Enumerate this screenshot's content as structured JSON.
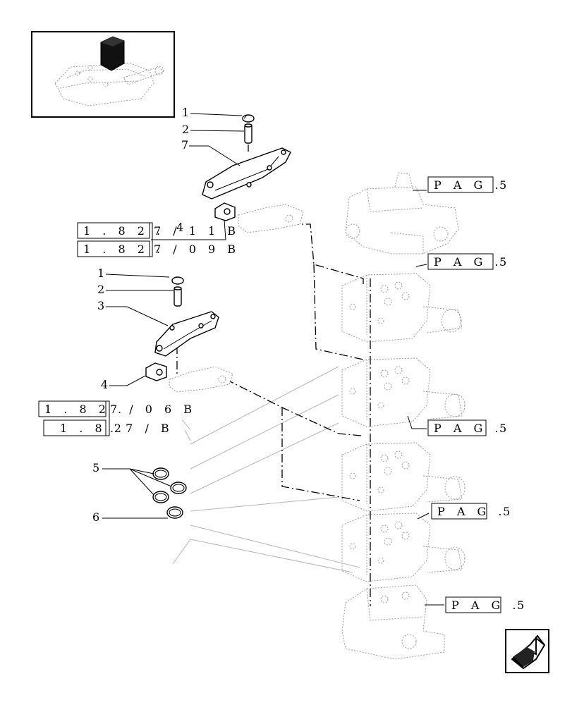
{
  "callouts": {
    "c1a": "1",
    "c2a": "2",
    "c7": "7",
    "c4a": "4",
    "c1b": "1",
    "c2b": "2",
    "c3": "3",
    "c4b": "4",
    "c5": "5",
    "c6": "6"
  },
  "refs": {
    "r1": "1 . 8 2 .",
    "r1b": "7 / 1 1 B",
    "r2": "1 . 8 2 .",
    "r2b": "7 / 0 9 B",
    "r3": "1 . 8 2 .",
    "r3b": "7 / 0 6 B",
    "r4": "1 . 8 2",
    "r4b": ". 7 / B"
  },
  "page_refs": {
    "p1": "P A G .",
    "p1n": "5",
    "p2": "P A G .",
    "p2n": "5",
    "p3": "P A G .",
    "p3n": "5",
    "p4": "P A G .",
    "p4n": "5",
    "p5": "P A G .",
    "p5n": "5"
  },
  "icons": {
    "thumbnail": "tractor-hydraulic-assembly-icon",
    "nav": "next-page-arrow-icon"
  }
}
